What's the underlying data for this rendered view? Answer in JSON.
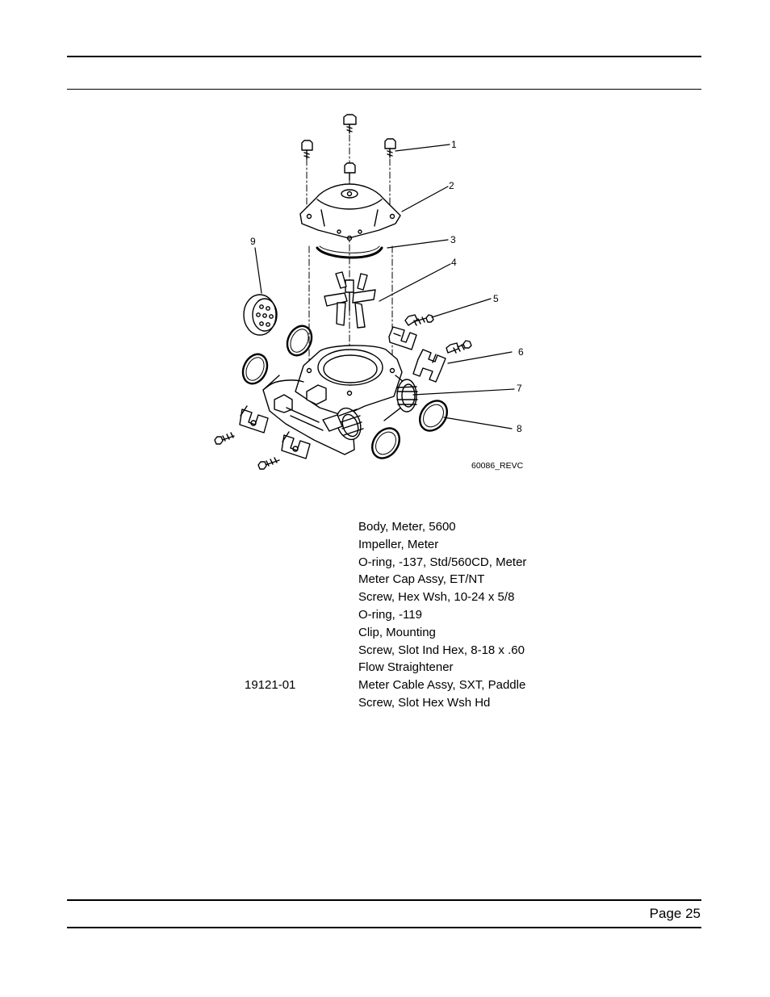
{
  "diagram": {
    "callouts": [
      "1",
      "2",
      "3",
      "4",
      "5",
      "6",
      "7",
      "8",
      "9"
    ],
    "figure_id": "60086_REVC"
  },
  "parts": [
    {
      "part_number": "",
      "description": "Body, Meter, 5600"
    },
    {
      "part_number": "",
      "description": "Impeller, Meter"
    },
    {
      "part_number": "",
      "description": "O-ring, -137, Std/560CD, Meter"
    },
    {
      "part_number": "",
      "description": "Meter Cap Assy, ET/NT"
    },
    {
      "part_number": "",
      "description": "Screw, Hex Wsh, 10-24 x 5/8"
    },
    {
      "part_number": "",
      "description": "O-ring, -119"
    },
    {
      "part_number": "",
      "description": "Clip, Mounting"
    },
    {
      "part_number": "",
      "description": "Screw, Slot Ind Hex, 8-18 x .60"
    },
    {
      "part_number": "",
      "description": "Flow Straightener"
    },
    {
      "part_number": "19121-01",
      "description": "Meter Cable Assy, SXT, Paddle"
    },
    {
      "part_number": "",
      "description": "Screw, Slot Hex Wsh Hd"
    }
  ],
  "footer": {
    "page_label": "Page 25"
  }
}
